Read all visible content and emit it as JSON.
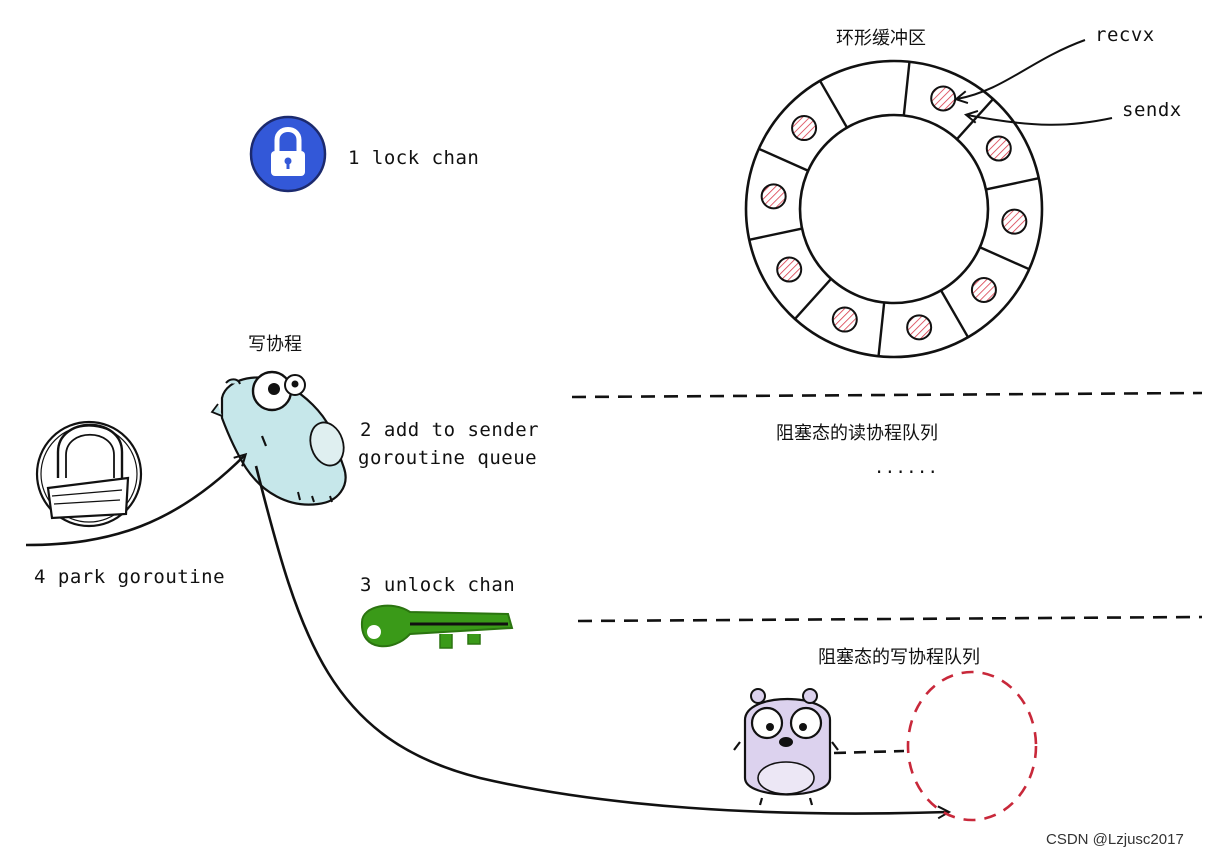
{
  "labels": {
    "ring_title": "环形缓冲区",
    "recvx": "recvx",
    "sendx": "sendx",
    "step1": "1 lock chan",
    "writer_title": "写协程",
    "step2_line1": "2 add to sender",
    "step2_line2": "goroutine queue",
    "read_queue": "阻塞态的读协程队列",
    "ellipsis": "......",
    "step3": "3 unlock chan",
    "step4": "4 park goroutine",
    "write_queue": "阻塞态的写协程队列",
    "watermark": "CSDN @Lzjusc2017"
  },
  "icons": {
    "lock": "lock-icon",
    "open_lock": "open-padlock-icon",
    "key": "key-icon",
    "writer_gopher": "gopher-icon",
    "queued_gopher": "gopher-icon"
  },
  "colors": {
    "lock_blue": "#3358d8",
    "key_green": "#3a9a18",
    "gopher_cyan": "#c6e7ea",
    "gopher_purple": "#dcd2ee",
    "slot_red": "#d8394a",
    "dashed_circle": "#c8283a"
  },
  "ring": {
    "segments": 10,
    "filled_slots": 9
  }
}
